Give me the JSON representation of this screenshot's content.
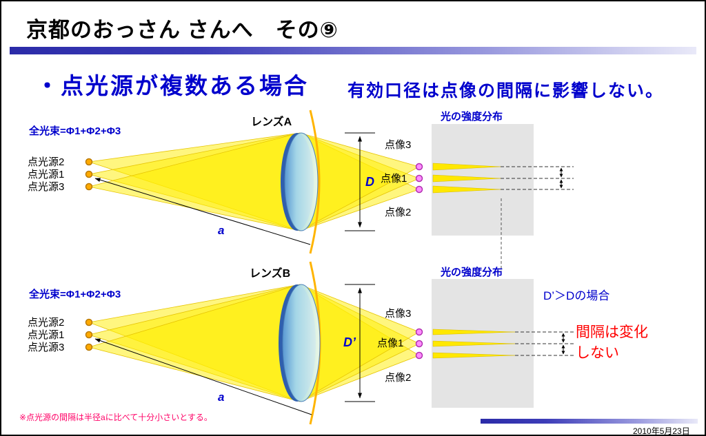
{
  "slide": {
    "title": "京都のおっさん さんへ　その⑨",
    "heading": "・点光源が複数ある場合",
    "subheading": "有効口径は点像の間隔に影響しない。",
    "footnote": "※点光源の間隔は半径aに比べて十分小さいとする。",
    "date": "2010年5月23日"
  },
  "top": {
    "flux": "全光束=Φ1+Φ2+Φ3",
    "lens": "レンズA",
    "sources": [
      "点光源2",
      "点光源1",
      "点光源3"
    ],
    "images": [
      "点像3",
      "点像1",
      "点像2"
    ],
    "aperture": "D",
    "distance": "a",
    "intensity": "光の強度分布"
  },
  "bottom": {
    "flux": "全光束=Φ1+Φ2+Φ3",
    "lens": "レンズB",
    "sources": [
      "点光源2",
      "点光源1",
      "点光源3"
    ],
    "images": [
      "点像3",
      "点像1",
      "点像2"
    ],
    "aperture": "D’",
    "distance": "a",
    "intensity": "光の強度分布",
    "case": "D’＞Dの場合",
    "note": "間隔は変化しない"
  },
  "colors": {
    "accent_blue": "#0000cc",
    "note_red": "#ff0000",
    "footnote_pink": "#ff0066",
    "beam_yellow": "#ffee00",
    "lens_plane_orange": "#ffb400",
    "source_orange": "#ffaa00",
    "image_magenta": "#ff8cff",
    "lens_blue": "#5b9bd5",
    "panel_gray": "#e4e4e4",
    "bar_gradient_start": "#2b2ba8",
    "bar_gradient_end": "#e9e9f8"
  }
}
